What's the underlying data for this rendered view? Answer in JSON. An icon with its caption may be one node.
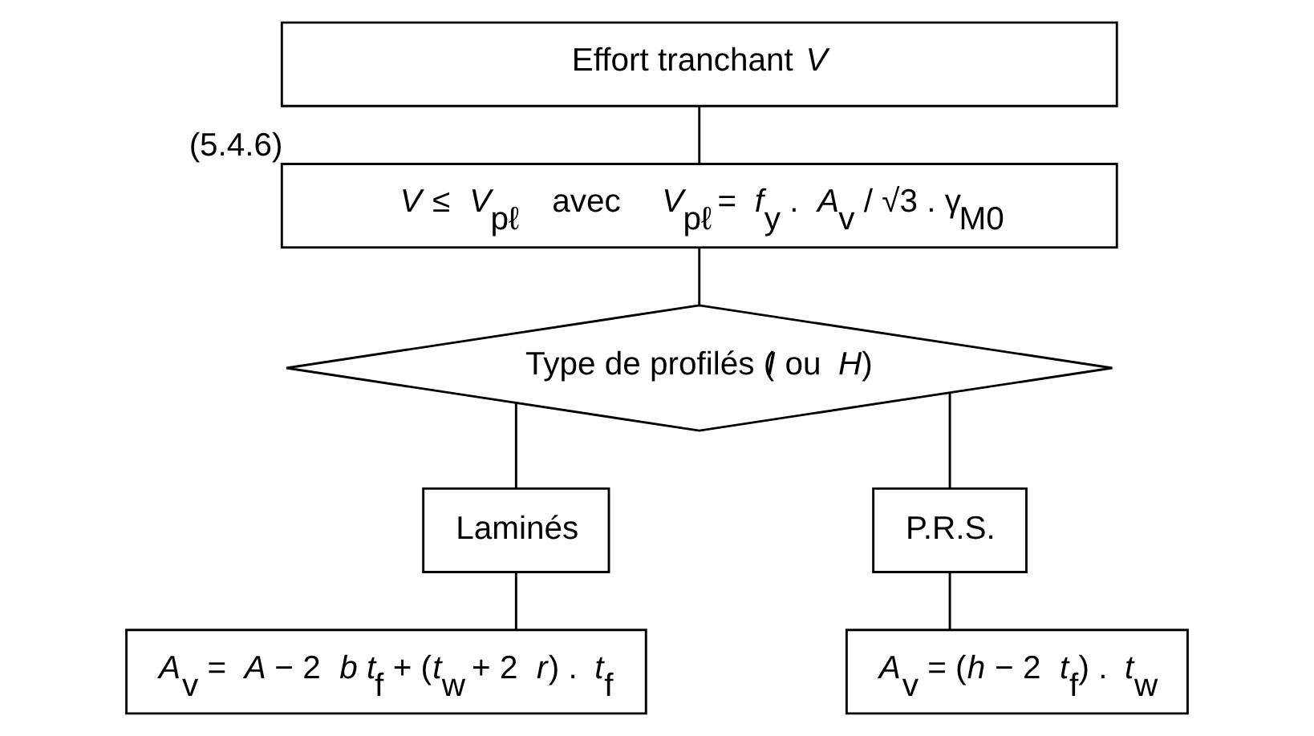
{
  "diagram": {
    "nodes": [
      {
        "text": [
          "Effort tranchant *V*"
        ]
      },
      {
        "text": [
          "*V* ≤ *V*$_{pℓ}$    avec    *V*$_{pℓ}$ = *f*$_{y}$ . *A*$_{v}$ / √3 . γ$_{M0}$"
        ],
        "beside": [
          "(5.4.6)"
        ]
      },
      {
        "text": [
          "Type de profilés (*I* ou *H*)"
        ]
      },
      {
        "text": [
          "Laminés"
        ]
      },
      {
        "text": [
          "P.R.S."
        ]
      },
      {
        "text": [
          "*A*$_{v}$ = *A* − 2 *b t*$_{f}$ + (*t*$_{w}$ + 2 *r*) . *t*$_{f}$"
        ]
      },
      {
        "text": [
          "*A*$_{v}$ = (*h* − 2 *t*$_{f}$) . *t*$_{w}$"
        ]
      }
    ],
    "edges": [
      {
        "from": 0,
        "to": 1,
        "arrow": "none"
      },
      {
        "from": 1,
        "to": 2,
        "arrow": "none"
      },
      {
        "from": 2,
        "to": 3,
        "arrow": "none"
      },
      {
        "from": 2,
        "to": 4,
        "arrow": "none"
      },
      {
        "from": 3,
        "to": 5,
        "arrow": "none"
      },
      {
        "from": 4,
        "to": 6,
        "arrow": "none"
      }
    ]
  }
}
